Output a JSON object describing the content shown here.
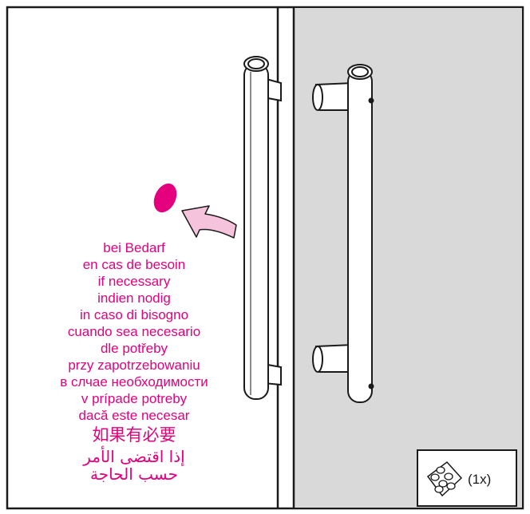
{
  "caption": {
    "lines": [
      "bei Bedarf",
      "en cas de besoin",
      "if necessary",
      "indien nodig",
      "in caso di bisogno",
      "cuando sea necesario",
      "dle potřeby",
      "przy zapotrzebowaniu",
      "в слчае необходимости",
      "v prípade potreby",
      "dacă este necesar"
    ],
    "chinese": "如果有必要",
    "arabic": "إذا اقتضى الأمر",
    "arabic_cut": "حسب الحاجة"
  },
  "parts": {
    "quantity": "(1x)",
    "item_icon": "adhesive-pads-sheet-icon"
  },
  "colors": {
    "accent": "#e5007d",
    "accent_light": "#f6c3dd",
    "door_glass": "#d9d9d9",
    "line": "#1a1a1a"
  },
  "icons": {
    "pad": "magenta-adhesive-pad-icon",
    "arrow": "curved-arrow-icon",
    "handle_left": "door-handle-icon",
    "handle_right": "door-handle-icon"
  }
}
